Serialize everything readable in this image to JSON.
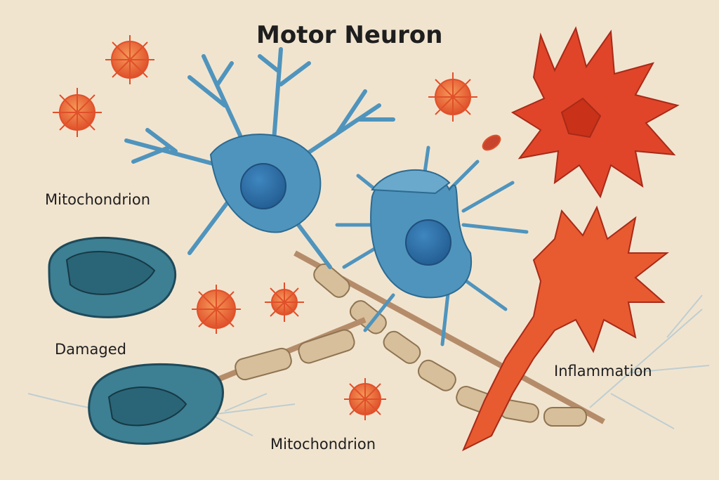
{
  "title": "Motor Neuron",
  "labels": {
    "mitochondrion_top": "Mitochondrion",
    "damaged": "Damaged",
    "mitochondrion_bottom": "Mitochondrion",
    "inflammation": "Inflammation"
  },
  "colors": {
    "background": "#f1e4cf",
    "neuron": "#4f94bd",
    "nucleus": "#2f6fa6",
    "mitochondrion": "#3d7f93",
    "myelin": "#d6bf9a",
    "inflammation": "#e0452a",
    "particle": "#ee6a35"
  }
}
